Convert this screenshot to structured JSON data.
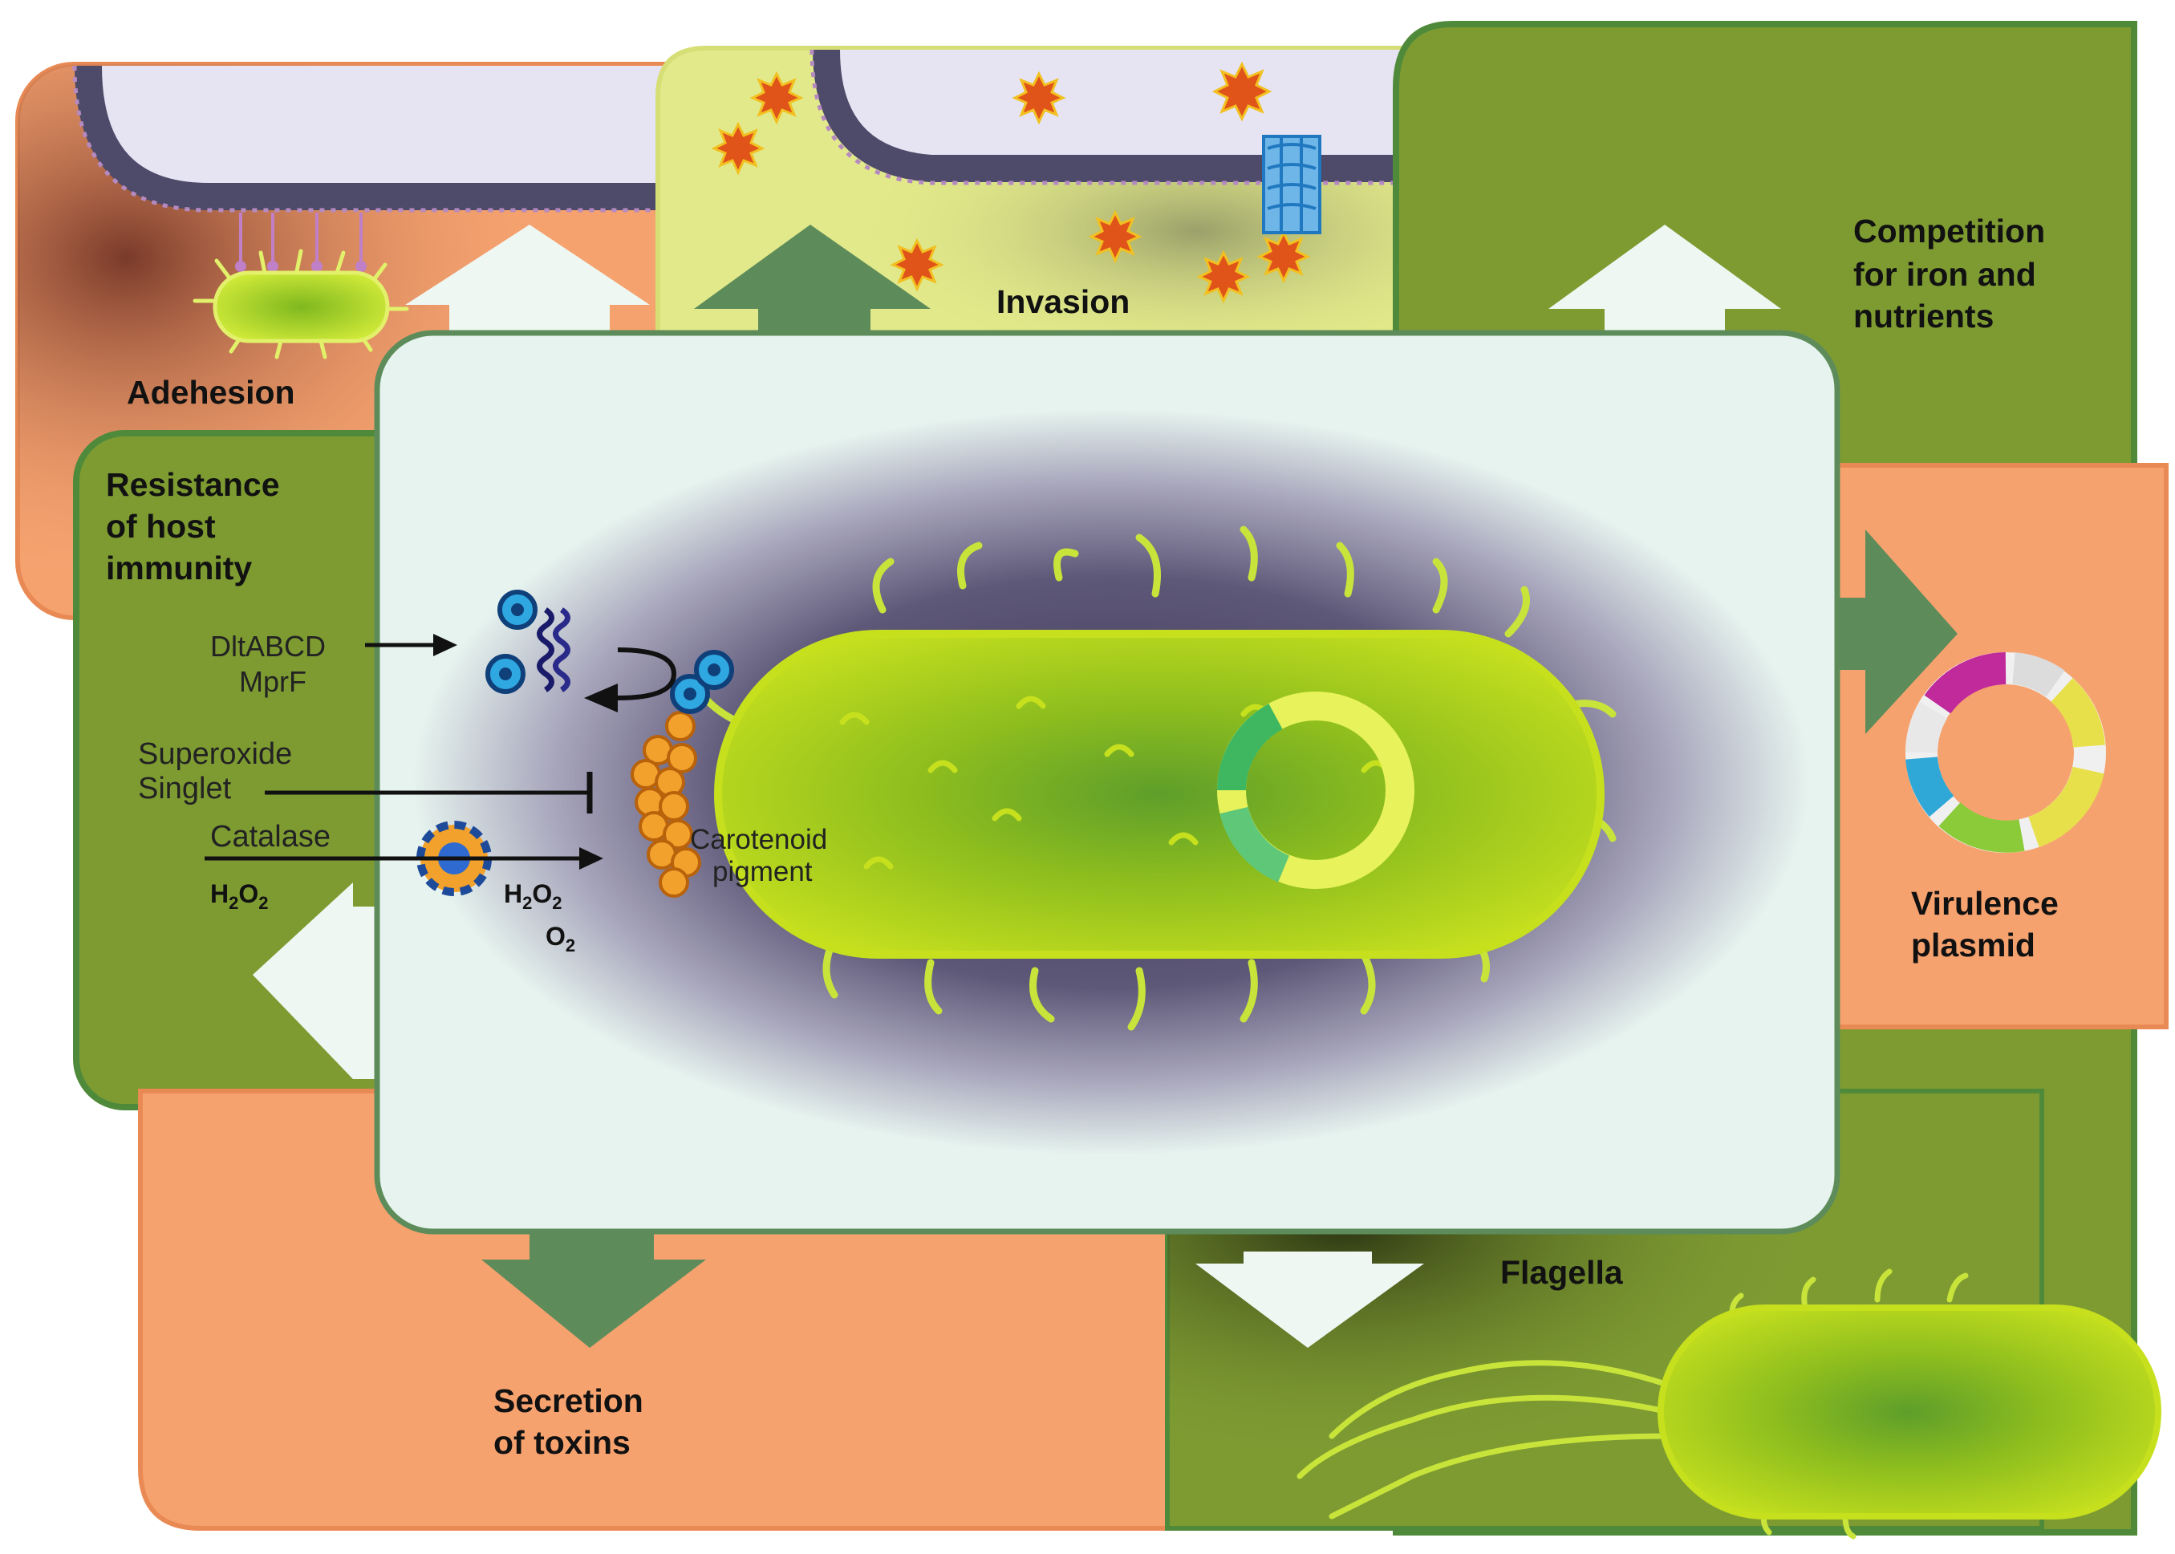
{
  "labels": {
    "adhesion": "Adehesion",
    "invasion": "Invasion",
    "competition_line1": "Competition",
    "competition_line2": "for iron and",
    "competition_line3": "nutrients",
    "resistance_line1": "Resistance",
    "resistance_line2": "of host",
    "resistance_line3": "immunity",
    "virulence_line1": "Virulence",
    "virulence_line2": "plasmid",
    "secretion_line1": "Secretion",
    "secretion_line2": "of toxins",
    "flagella": "Flagella"
  },
  "annotations": {
    "dlt_line1": "DltABCD",
    "dlt_line2": "MprF",
    "superoxide": "Superoxide",
    "singlet": "Singlet",
    "catalase": "Catalase",
    "h2o2_left": "H",
    "h2o2_right": "H",
    "o2": "O",
    "carotenoid_line1": "Carotenoid",
    "carotenoid_line2": "pigment"
  },
  "colors": {
    "orange_panel": "#F5A26F",
    "green_panel": "#7E9B32",
    "yellow_panel": "#E2E98A",
    "panel_border": "#4F8A3B",
    "center_panel": "#E6F3EE",
    "arrow_dark": "#5D8C5A",
    "arrow_light": "#EEF7F1",
    "bacterium": "#B5D818",
    "membrane": "#4D4A6A"
  }
}
